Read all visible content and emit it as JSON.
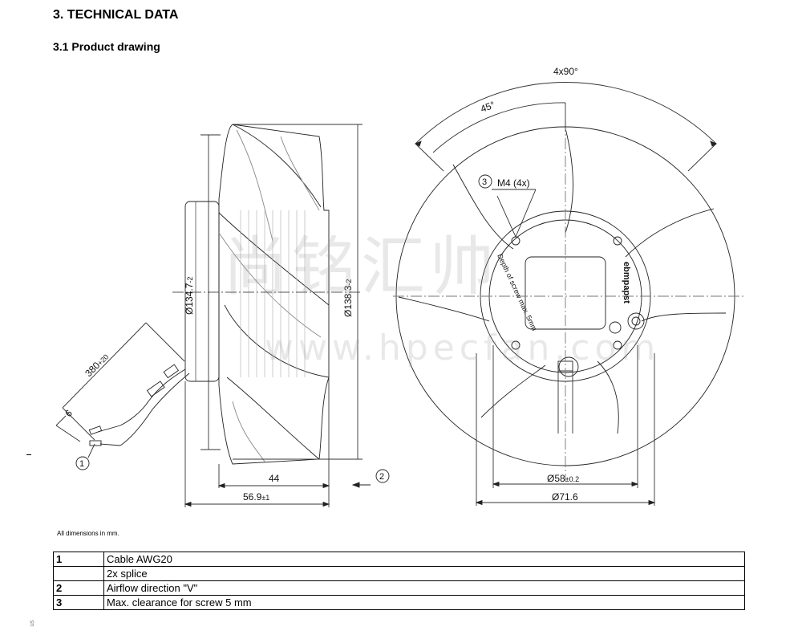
{
  "section_title": "3. TECHNICAL DATA",
  "subsection_title": "3.1 Product drawing",
  "drawing": {
    "angle_total": "4x90°",
    "angle_half": "45°",
    "screw_spec": "M4 (4x)",
    "depth_text": "Depth of screw max. 5mm",
    "brand_logo": "ebmpapst",
    "dim_inner_diameter": "Ø134.7",
    "dim_inner_diameter_tol": "-2",
    "dim_outer_diameter": "Ø138.3",
    "dim_outer_diameter_tol": "-2",
    "dim_cable_length": "380",
    "dim_cable_length_tol": "+20",
    "dim_strip": "6",
    "dim_depth": "44",
    "dim_total_depth": "56.9",
    "dim_total_depth_tol": "±1",
    "dim_hub": "Ø58",
    "dim_hub_tol": "±0.2",
    "dim_hole_circle": "Ø71.6",
    "callout_1": "1",
    "callout_2": "2",
    "callout_3": "3"
  },
  "watermark": {
    "chinese": "尚铭汇帅",
    "url": "www.hpecfan.com"
  },
  "note": "All dimensions in mm.",
  "legend": [
    {
      "num": "1",
      "text": "Cable AWG20"
    },
    {
      "num": "",
      "text": "2x splice"
    },
    {
      "num": "2",
      "text": "Airflow direction \"V\""
    },
    {
      "num": "3",
      "text": "Max. clearance for screw 5 mm"
    }
  ],
  "corner_mark": "sn"
}
